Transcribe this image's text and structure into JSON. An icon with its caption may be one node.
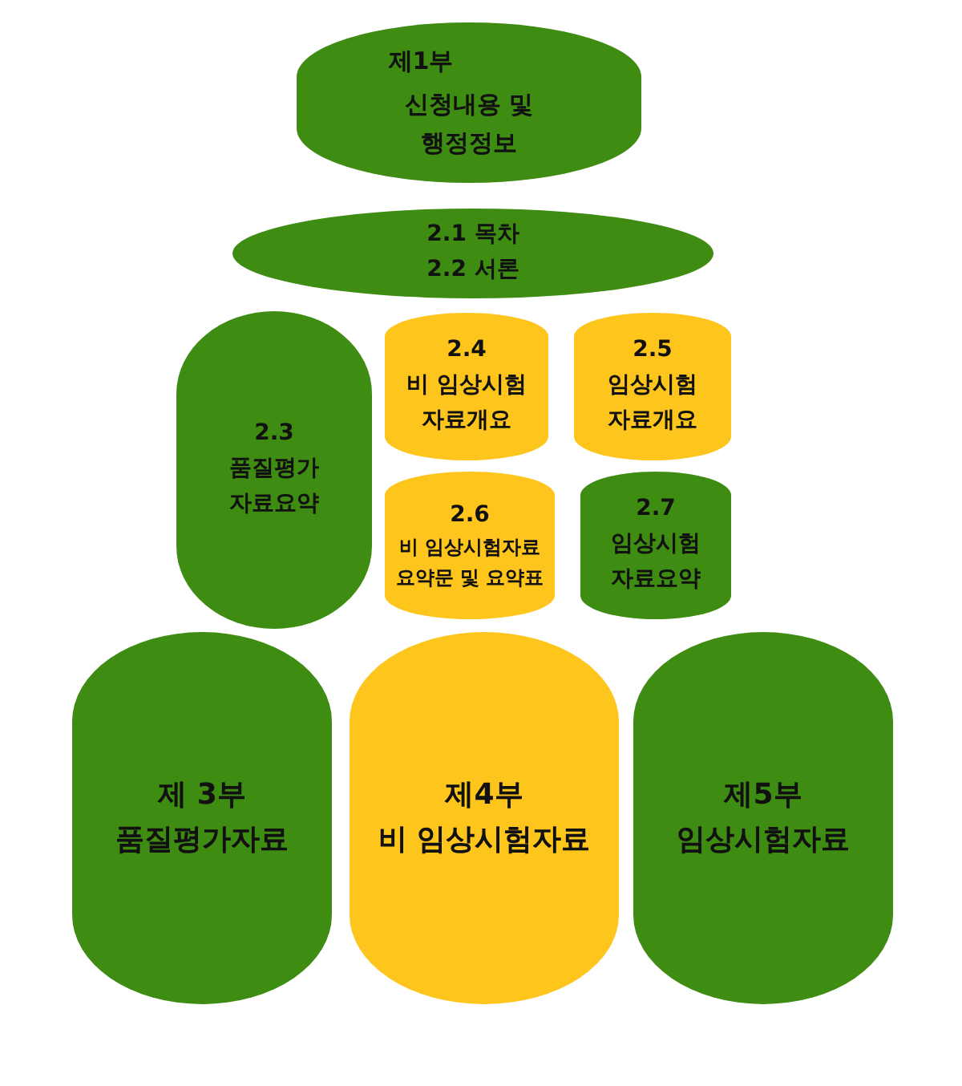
{
  "diagram": {
    "nodes": [
      {
        "text": [
          "제1부",
          "신청내용 및 행정정보"
        ]
      },
      {
        "text": [
          "2.1 목차",
          "2.2 서론"
        ]
      },
      {
        "text": [
          "2.3",
          "품질평가 자료요약"
        ]
      },
      {
        "text": [
          "2.4",
          "비 임상시험 자료개요"
        ]
      },
      {
        "text": [
          "2.5",
          "임상시험 자료개요"
        ]
      },
      {
        "text": [
          "2.6",
          "비 임상시험자료 요약문 및 요약표"
        ]
      },
      {
        "text": [
          "2.7",
          "임상시험 자료요약"
        ]
      },
      {
        "text": [
          "제 3부",
          "품질평가자료"
        ]
      },
      {
        "text": [
          "제4부",
          "비 임상시험자료"
        ]
      },
      {
        "text": [
          "제5부",
          "임상시험자료"
        ]
      }
    ]
  }
}
